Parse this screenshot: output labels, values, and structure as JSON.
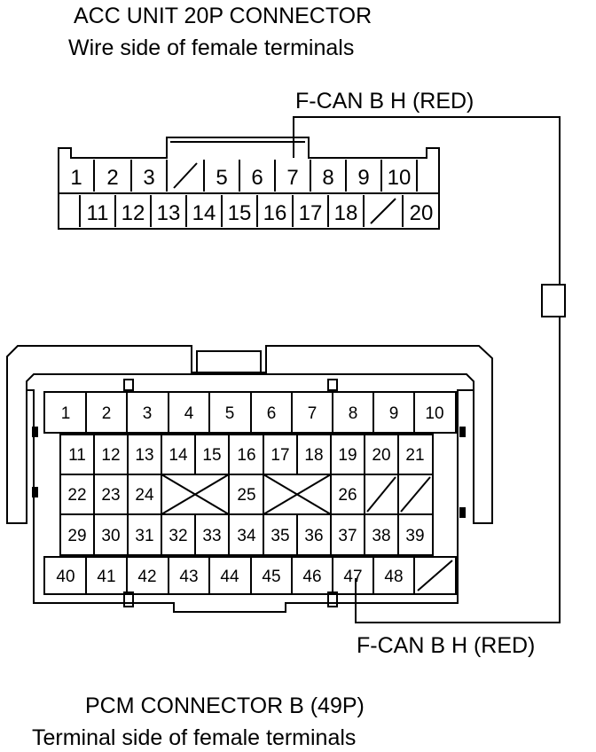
{
  "acc": {
    "title": "ACC UNIT 20P CONNECTOR",
    "subtitle": "Wire side of female terminals",
    "row1": [
      "1",
      "2",
      "3",
      "",
      "5",
      "6",
      "7",
      "8",
      "9",
      "10"
    ],
    "row2": [
      "",
      "11",
      "12",
      "13",
      "14",
      "15",
      "16",
      "17",
      "18",
      "",
      "20"
    ]
  },
  "pcm": {
    "title": "PCM CONNECTOR B (49P)",
    "subtitle": "Terminal side of female terminals",
    "row1": [
      "1",
      "2",
      "3",
      "4",
      "5",
      "6",
      "7",
      "8",
      "9",
      "10"
    ],
    "row2": [
      "11",
      "12",
      "13",
      "14",
      "15",
      "16",
      "17",
      "18",
      "19",
      "20",
      "21"
    ],
    "row3": [
      "22",
      "23",
      "24",
      "",
      "25",
      "",
      "26",
      "",
      ""
    ],
    "row4": [
      "29",
      "30",
      "31",
      "32",
      "33",
      "34",
      "35",
      "36",
      "37",
      "38",
      "39"
    ],
    "row5": [
      "40",
      "41",
      "42",
      "43",
      "44",
      "45",
      "46",
      "47",
      "48",
      ""
    ]
  },
  "wire": {
    "top_label": "F-CAN B H (RED)",
    "bottom_label": "F-CAN B H (RED)"
  }
}
